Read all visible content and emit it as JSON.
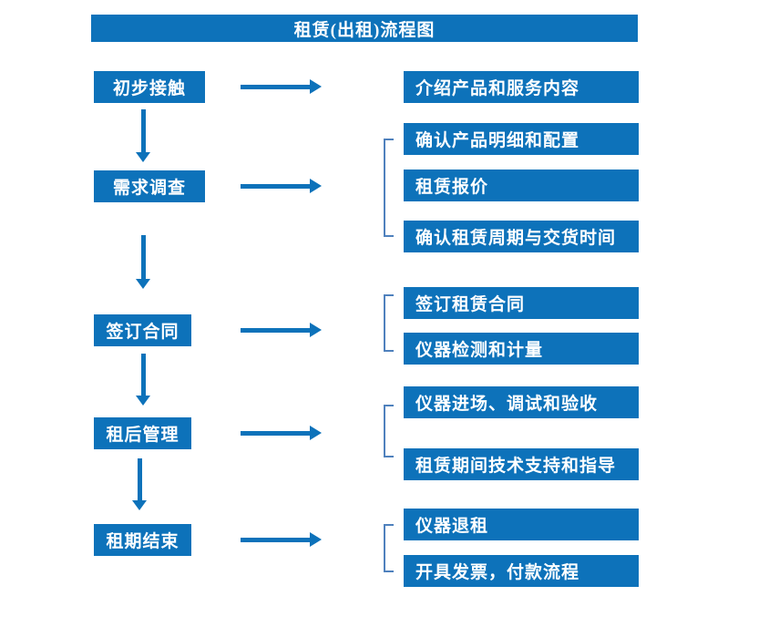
{
  "title": "租赁(出租)流程图",
  "colors": {
    "primary_blue": "#0d72ba",
    "bracket_blue": "#4f81bd",
    "box_text": "#ffffff",
    "background": "#ffffff"
  },
  "steps": [
    {
      "label": "初步接触",
      "details": [
        "介绍产品和服务内容"
      ]
    },
    {
      "label": "需求调查",
      "details": [
        "确认产品明细和配置",
        "租赁报价",
        "确认租赁周期与交货时间"
      ]
    },
    {
      "label": "签订合同",
      "details": [
        "签订租赁合同",
        "仪器检测和计量"
      ]
    },
    {
      "label": "租后管理",
      "details": [
        "仪器进场、调试和验收",
        "租赁期间技术支持和指导"
      ]
    },
    {
      "label": "租期结束",
      "details": [
        "仪器退租",
        "开具发票，付款流程"
      ]
    }
  ]
}
